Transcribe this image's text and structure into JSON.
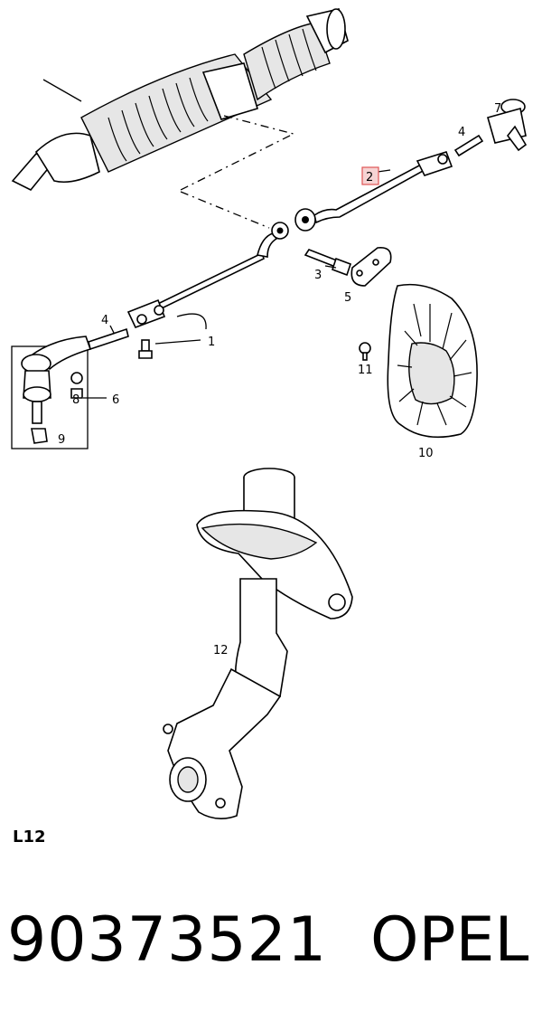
{
  "diagram": {
    "callouts": [
      "1",
      "2",
      "3",
      "4",
      "4",
      "5",
      "6",
      "7",
      "8",
      "9",
      "10",
      "11",
      "12"
    ],
    "highlight_color": "#e05555"
  },
  "section_label": "L12",
  "part_number": "90373521",
  "brand": "OPEL"
}
